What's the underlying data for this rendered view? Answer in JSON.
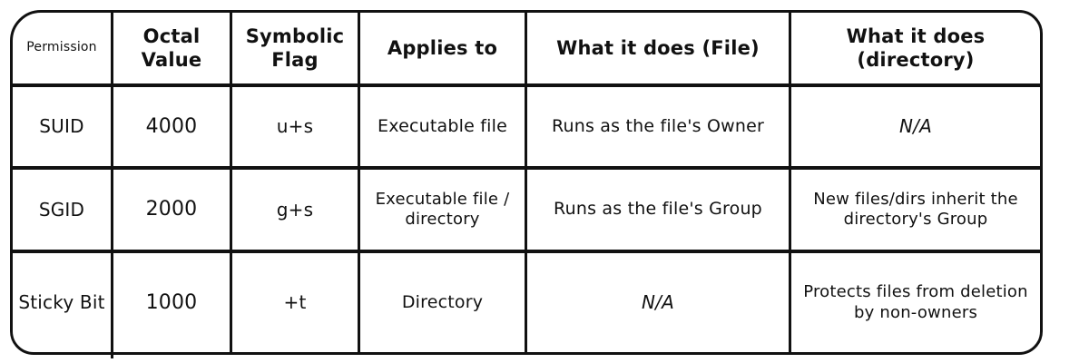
{
  "colors": {
    "ink": "#111111",
    "background": "#ffffff"
  },
  "table": {
    "headers": [
      "Permission",
      "Octal Value",
      "Symbolic Flag",
      "Applies to",
      "What it does (File)",
      "What it does (directory)"
    ],
    "rows": [
      {
        "permission": "SUID",
        "octal": "4000",
        "flag": "u+s",
        "applies_to": "Executable file",
        "file_effect": "Runs as the file's Owner",
        "dir_effect": "N/A"
      },
      {
        "permission": "SGID",
        "octal": "2000",
        "flag": "g+s",
        "applies_to": "Executable file / directory",
        "file_effect": "Runs as the file's Group",
        "dir_effect": "New files/dirs inherit the directory's Group"
      },
      {
        "permission": "Sticky Bit",
        "octal": "1000",
        "flag": "+t",
        "applies_to": "Directory",
        "file_effect": "N/A",
        "dir_effect": "Protects files from deletion by non-owners"
      }
    ]
  },
  "chart_data": {
    "type": "table",
    "columns": [
      "Permission",
      "Octal Value",
      "Symbolic Flag",
      "Applies to",
      "What it does (File)",
      "What it does (directory)"
    ],
    "rows": [
      [
        "SUID",
        "4000",
        "u+s",
        "Executable file",
        "Runs as the file's Owner",
        "N/A"
      ],
      [
        "SGID",
        "2000",
        "g+s",
        "Executable file / directory",
        "Runs as the file's Group",
        "New files/dirs inherit the directory's Group"
      ],
      [
        "Sticky Bit",
        "1000",
        "+t",
        "Directory",
        "N/A",
        "Protects files from deletion by non-owners"
      ]
    ],
    "title": "",
    "style": "hand-drawn table, black ink on white, rounded outer corners"
  }
}
